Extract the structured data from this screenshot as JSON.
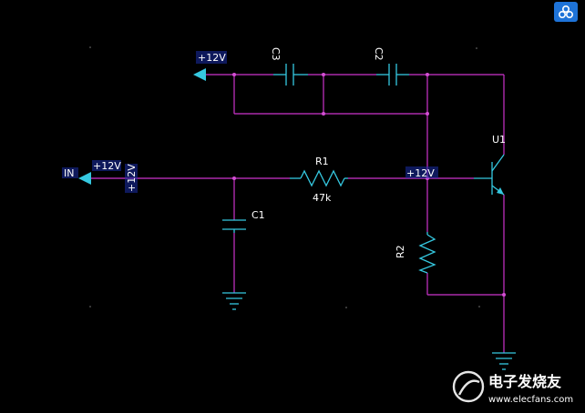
{
  "labels": {
    "power_top": "+12V",
    "cap_c3": "C3",
    "cap_c2": "C2",
    "input": "IN",
    "input_rail": "+12V",
    "input_rail_vertical": "+12V",
    "r1": "R1",
    "r1_value": "47k",
    "node_12v": "+12V",
    "transistor": "U1",
    "cap_c1": "C1",
    "r2": "R2"
  },
  "watermark": {
    "cn_text": "电子发烧友",
    "url": "www.elecfans.com"
  },
  "colors": {
    "wire": "#cc33cc",
    "component": "#35c8e0",
    "background": "#000000",
    "text": "#ffffff",
    "junction": "#d34fd3"
  },
  "icons": {
    "corner_button": "cloud-link-icon",
    "watermark_logo": "elecfans-logo-icon"
  }
}
